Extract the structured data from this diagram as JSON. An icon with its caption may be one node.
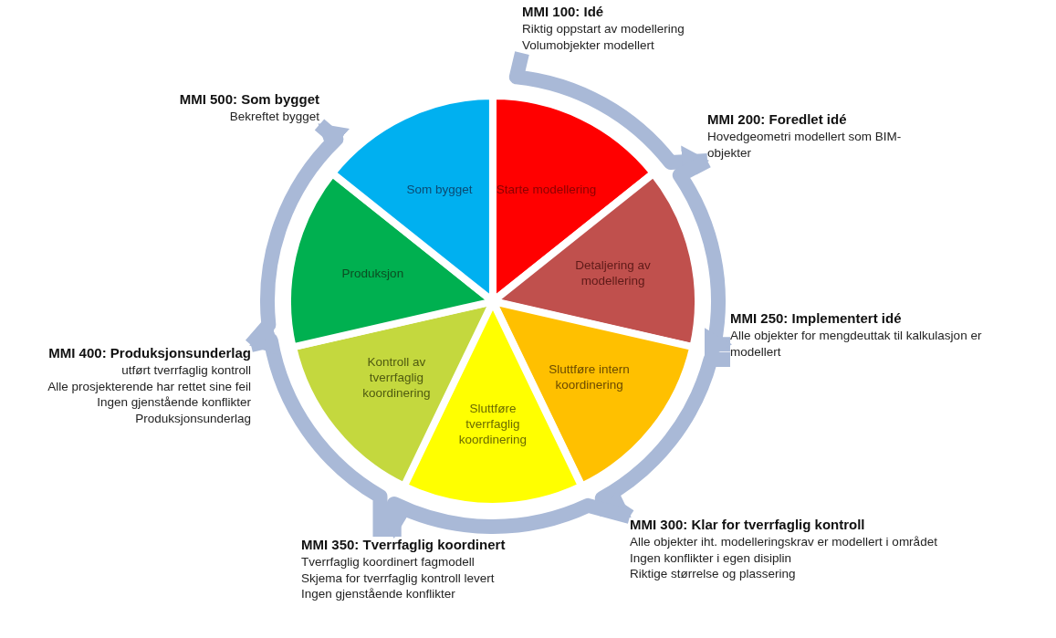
{
  "diagram": {
    "nodes": [
      {
        "text": [
          "Starte modellering"
        ]
      },
      {
        "text": [
          "Detaljering av modellering"
        ]
      },
      {
        "text": [
          "Sluttføre intern koordinering"
        ]
      },
      {
        "text": [
          "Sluttføre tverrfaglig koordinering"
        ]
      },
      {
        "text": [
          "Kontroll av tverrfaglig koordinering"
        ]
      },
      {
        "text": [
          "Produksjon"
        ]
      },
      {
        "text": [
          "Som bygget"
        ]
      },
      {
        "text": [
          "MMI 100: Idé",
          "Riktig oppstart av modellering",
          "Volumobjekter modellert"
        ]
      },
      {
        "text": [
          "MMI 200: Foredlet idé",
          "Hovedgeometri modellert som BIM-objekter"
        ]
      },
      {
        "text": [
          "MMI 250: Implementert idé",
          "Alle objekter for mengdeuttak til kalkulasjon er modellert"
        ]
      },
      {
        "text": [
          "MMI 300: Klar for tverrfaglig kontroll",
          "Alle objekter iht. modelleringskrav er modellert i området",
          "Ingen konflikter i egen disiplin",
          "Riktige størrelse og plassering"
        ]
      },
      {
        "text": [
          "MMI 350: Tverrfaglig koordinert",
          "Tverrfaglig koordinert fagmodell",
          "Skjema for tverrfaglig kontroll levert",
          "Ingen gjenstående konflikter"
        ]
      },
      {
        "text": [
          "MMI 400: Produksjonsunderlag",
          "utført tverrfaglig kontroll",
          "Alle prosjekterende har rettet sine feil",
          "Ingen gjenstående konflikter",
          "Produksjonsunderlag"
        ]
      },
      {
        "text": [
          "MMI 500: Som bygget",
          "Bekreftet bygget"
        ]
      }
    ],
    "edges": [
      {
        "from": 7,
        "to": 8,
        "arrow": "to"
      },
      {
        "from": 8,
        "to": 9,
        "arrow": "to"
      },
      {
        "from": 9,
        "to": 10,
        "arrow": "to"
      },
      {
        "from": 10,
        "to": 11,
        "arrow": "to"
      },
      {
        "from": 11,
        "to": 12,
        "arrow": "to"
      },
      {
        "from": 12,
        "to": 13,
        "arrow": "to"
      }
    ]
  }
}
